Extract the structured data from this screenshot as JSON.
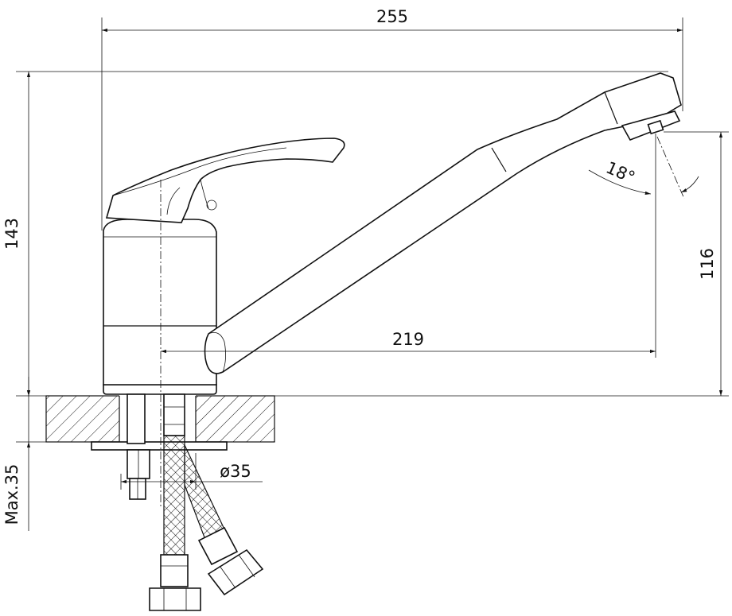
{
  "dimensions": {
    "overall_length": "255",
    "overall_height": "143",
    "spout_outlet_height": "116",
    "spout_reach": "219",
    "mounting_hole": "ø35",
    "max_counter_thickness": "Max.35",
    "aerator_angle": "18°"
  }
}
